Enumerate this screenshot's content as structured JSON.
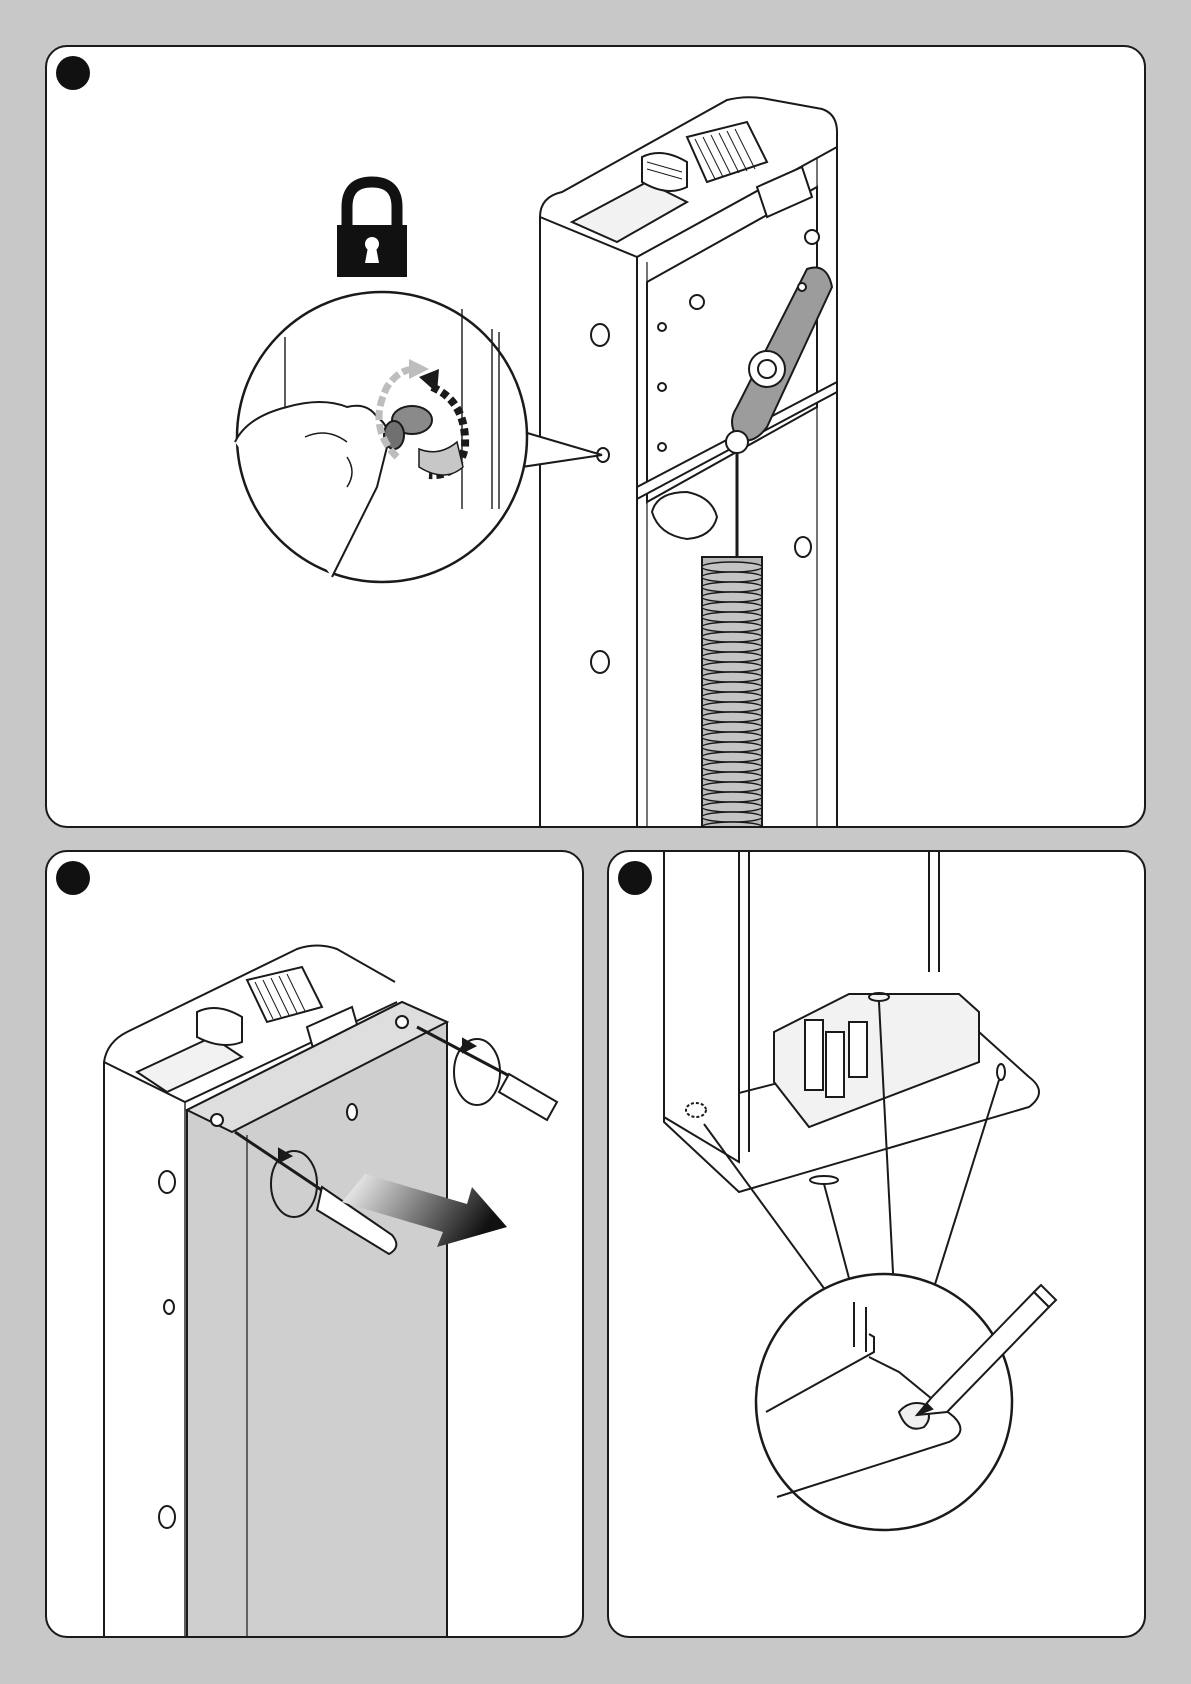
{
  "colors": {
    "page_background": "#c8c8c8",
    "panel_fill": "#ffffff",
    "line": "#1a1a1a",
    "panel_grey": "#cfcfcf",
    "arrow_grey": "#b4b4b4"
  },
  "panels": [
    {
      "id": "panel-1",
      "marker": "step-marker",
      "illustration": "unlock-barrier-with-key",
      "icons": [
        "padlock-icon",
        "key-icon",
        "rotate-arrow-icon"
      ]
    },
    {
      "id": "panel-2",
      "marker": "step-marker",
      "illustration": "unscrew-and-remove-front-panel",
      "icons": [
        "screwdriver-icon",
        "rotate-arrow-icon",
        "slide-out-arrow-icon"
      ]
    },
    {
      "id": "panel-3",
      "marker": "step-marker",
      "illustration": "mark-base-fixing-holes",
      "icons": [
        "pencil-icon",
        "magnifier-detail"
      ]
    }
  ]
}
